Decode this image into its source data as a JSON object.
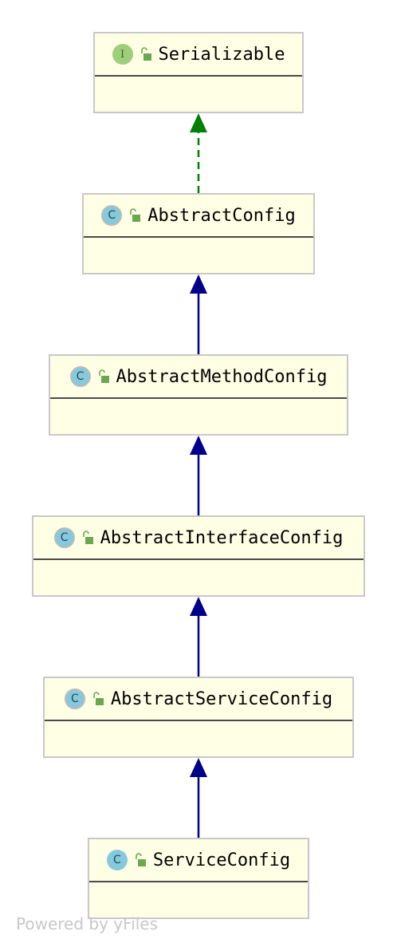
{
  "nodes": [
    {
      "id": "serializable",
      "name": "Serializable",
      "kind": "interface",
      "badge": "I"
    },
    {
      "id": "abstract-config",
      "name": "AbstractConfig",
      "kind": "abstract",
      "badge": "C"
    },
    {
      "id": "abstract-method-config",
      "name": "AbstractMethodConfig",
      "kind": "abstract",
      "badge": "C"
    },
    {
      "id": "abstract-interface-config",
      "name": "AbstractInterfaceConfig",
      "kind": "abstract",
      "badge": "C"
    },
    {
      "id": "abstract-service-config",
      "name": "AbstractServiceConfig",
      "kind": "abstract",
      "badge": "C"
    },
    {
      "id": "service-config",
      "name": "ServiceConfig",
      "kind": "class",
      "badge": "C"
    }
  ],
  "edges": [
    {
      "from": "abstract-config",
      "to": "serializable",
      "type": "implements",
      "color": "#008000"
    },
    {
      "from": "abstract-method-config",
      "to": "abstract-config",
      "type": "extends",
      "color": "#00008b"
    },
    {
      "from": "abstract-interface-config",
      "to": "abstract-method-config",
      "type": "extends",
      "color": "#00008b"
    },
    {
      "from": "abstract-service-config",
      "to": "abstract-interface-config",
      "type": "extends",
      "color": "#00008b"
    },
    {
      "from": "service-config",
      "to": "abstract-service-config",
      "type": "extends",
      "color": "#00008b"
    }
  ],
  "footer": "Powered by yFiles"
}
